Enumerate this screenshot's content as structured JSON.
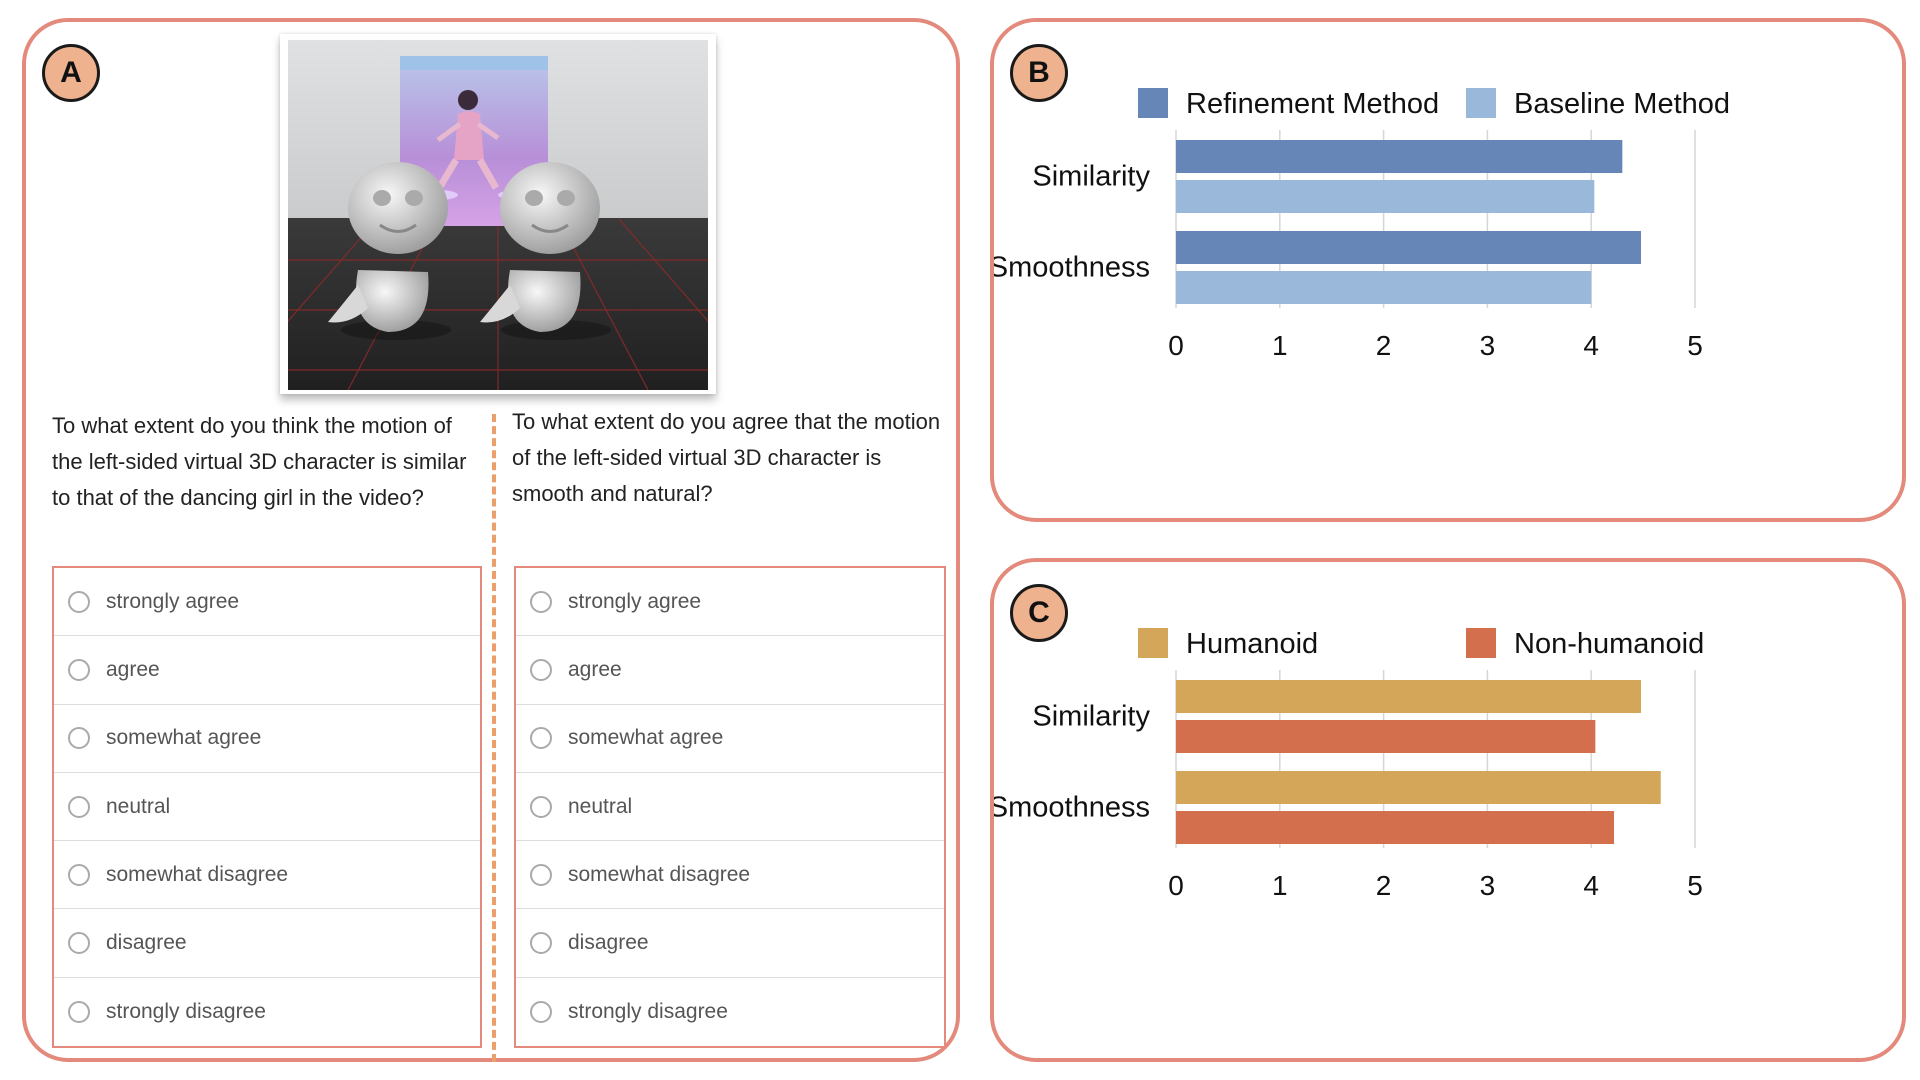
{
  "panel_a": {
    "badge": "A",
    "question_1": "To what extent do you think the motion of the left-sided virtual 3D character is similar to that of the dancing girl in the video?",
    "question_2": "To what extent do you agree that the motion of the left-sided virtual 3D character is smooth and natural?",
    "options": [
      "strongly agree",
      "agree",
      "somewhat agree",
      "neutral",
      "somewhat disagree",
      "disagree",
      "strongly disagree"
    ]
  },
  "panel_b": {
    "badge": "B"
  },
  "panel_c": {
    "badge": "C"
  },
  "chart_data": [
    {
      "type": "bar",
      "orientation": "horizontal",
      "categories": [
        "Similarity",
        "Smoothness"
      ],
      "series": [
        {
          "name": "Refinement Method",
          "values": [
            4.3,
            4.48
          ],
          "color": "#6786b8"
        },
        {
          "name": "Baseline Method",
          "values": [
            4.03,
            4.0
          ],
          "color": "#9ab8d9"
        }
      ],
      "xlim": [
        0,
        5
      ],
      "xticks": [
        "0",
        "1",
        "2",
        "3",
        "4",
        "5"
      ],
      "grid": true,
      "legend": "top"
    },
    {
      "type": "bar",
      "orientation": "horizontal",
      "categories": [
        "Similarity",
        "Smoothness"
      ],
      "series": [
        {
          "name": "Humanoid",
          "values": [
            4.48,
            4.67
          ],
          "color": "#d4a65a"
        },
        {
          "name": "Non-humanoid",
          "values": [
            4.04,
            4.22
          ],
          "color": "#d46f4d"
        }
      ],
      "xlim": [
        0,
        5
      ],
      "xticks": [
        "0",
        "1",
        "2",
        "3",
        "4",
        "5"
      ],
      "grid": true,
      "legend": "top"
    }
  ]
}
